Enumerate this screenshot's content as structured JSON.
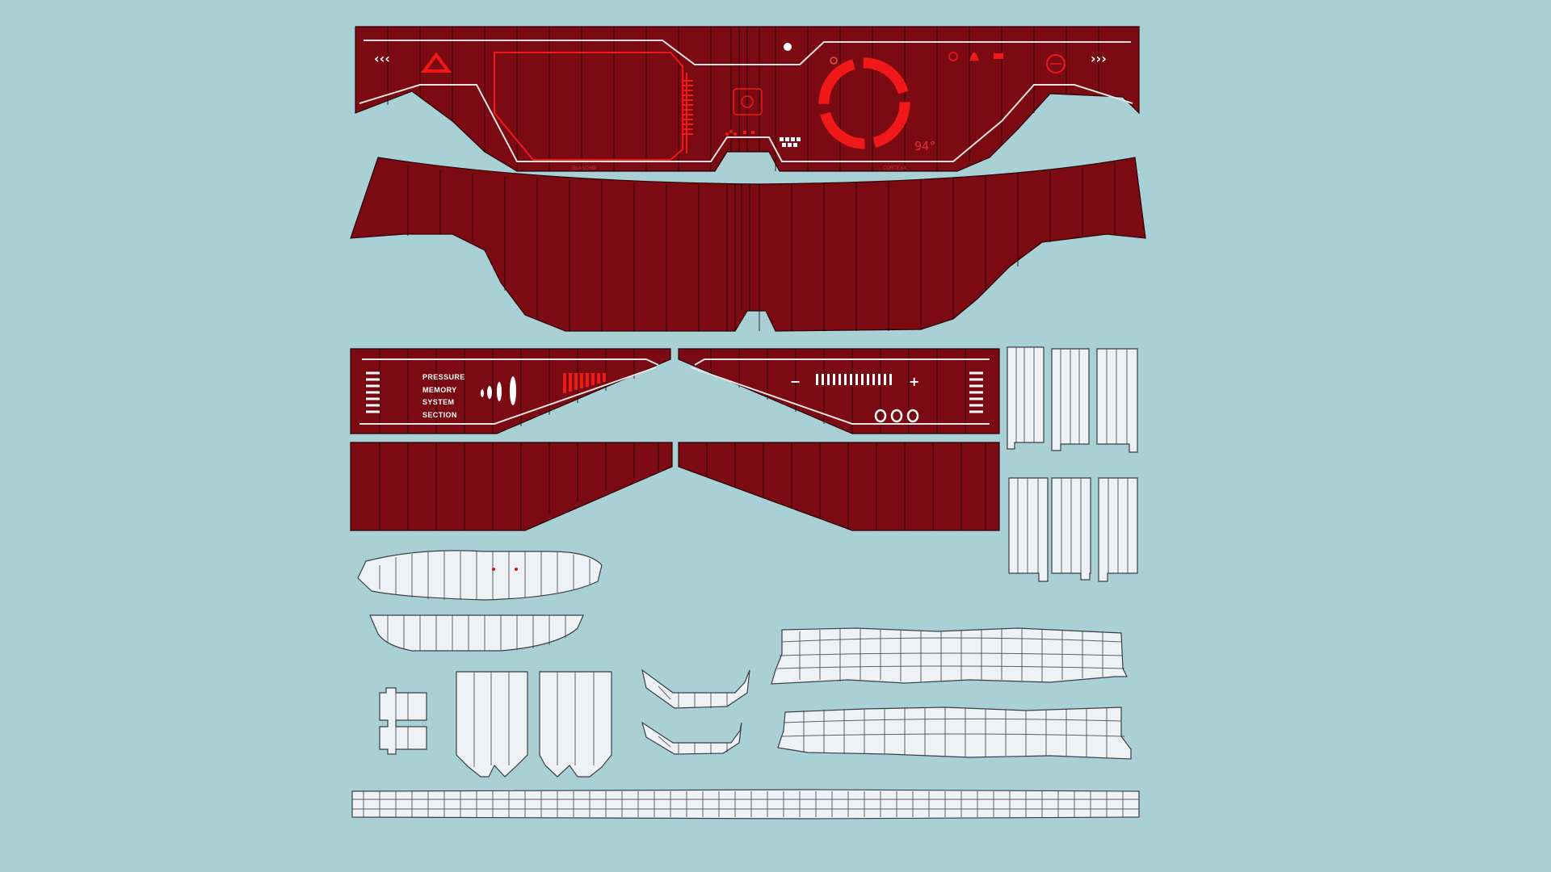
{
  "hud": {
    "left_chevrons": "‹‹‹",
    "right_chevrons": "›››",
    "readout": "94°",
    "tiny_left": "GLASCHIP",
    "tiny_right": "CORTEXA"
  },
  "side_panel_left": {
    "labels": [
      "PRESSURE",
      "MEMORY",
      "SYSTEM",
      "SECTION"
    ]
  },
  "side_panel_right": {
    "minus": "−",
    "plus": "+"
  },
  "colors": {
    "background": "#a9d0d5",
    "panel_red": "#7b0a12",
    "hud_accent": "#f01818",
    "panel_white": "#eef2f4"
  }
}
